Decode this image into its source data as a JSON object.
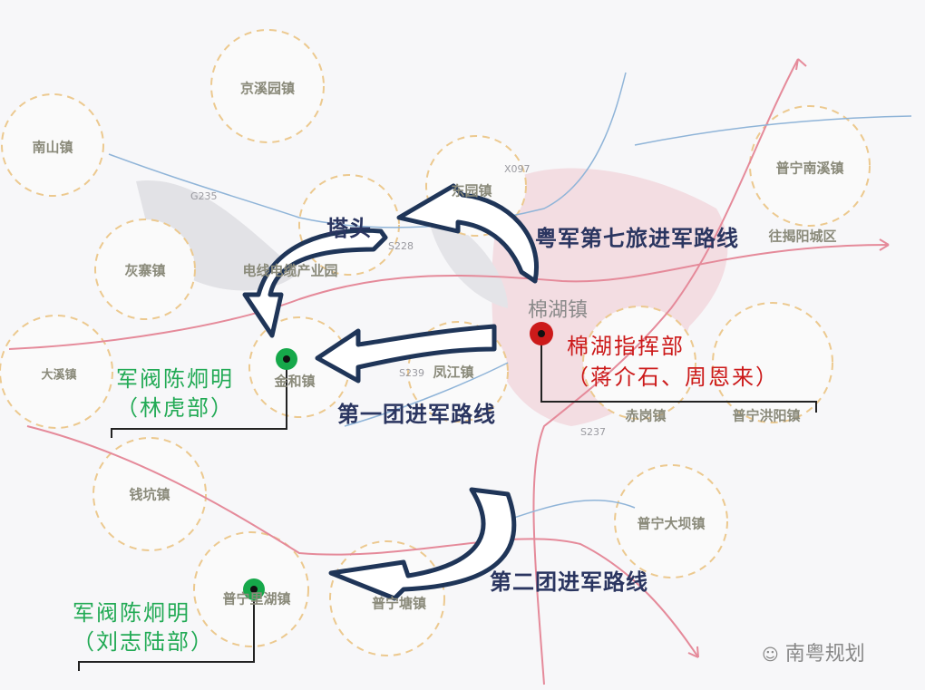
{
  "towns": [
    "南山镇",
    "京溪园镇",
    "东园镇",
    "普宁南溪镇",
    "灰寨镇",
    "电线电缆产业园",
    "大溪镇",
    "金和镇",
    "凤江镇",
    "赤岗镇",
    "普宁洪阳镇",
    "钱坑镇",
    "普宁大坝镇",
    "普宁里湖镇",
    "普宁塘镇",
    "棉湖镇",
    "往揭阳城区"
  ],
  "roads": [
    "G235",
    "S228",
    "S239",
    "S237",
    "X097"
  ],
  "places": {
    "tatou": "塔头"
  },
  "routes": {
    "brigade7": "粤军第七旅进军路线",
    "regiment1": "第一团进军路线",
    "regiment2": "第二团进军路线"
  },
  "hq": {
    "title": "棉湖指挥部",
    "sub": "（蒋介石、周恩来）",
    "color": "#cc1a1a"
  },
  "warlord1": {
    "title": "军阀陈炯明",
    "sub": "（林虎部）",
    "color": "#22aa55"
  },
  "warlord2": {
    "title": "军阀陈炯明",
    "sub": "（刘志陆部）",
    "color": "#22aa55"
  },
  "watermark": "南粤规划"
}
